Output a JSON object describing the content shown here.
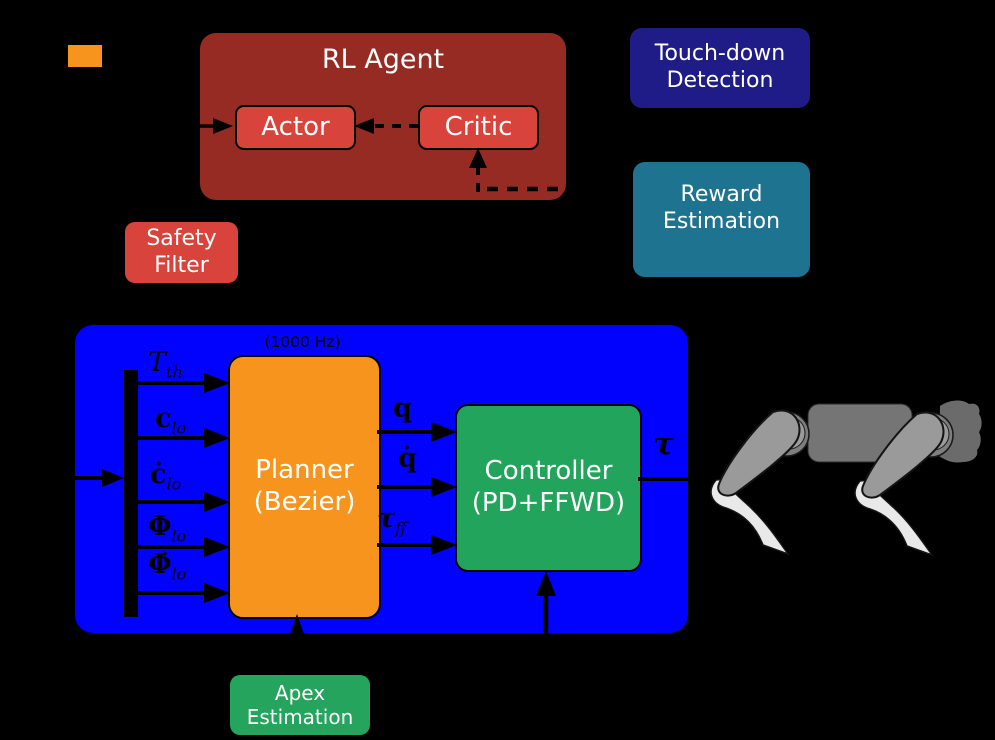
{
  "colors": {
    "background": "#000000",
    "orange": "#F7941E",
    "dark_red": "#962B23",
    "red": "#D8443C",
    "navy": "#201C87",
    "teal": "#1E7390",
    "blue": "#0101FE",
    "green": "#23A45C",
    "line_black": "#000000"
  },
  "rl_agent": {
    "title": "RL Agent",
    "actor_label": "Actor",
    "critic_label": "Critic"
  },
  "side_boxes": {
    "touchdown": {
      "line1": "Touch-down",
      "line2": "Detection"
    },
    "reward": {
      "line1": "Reward",
      "line2": "Estimation"
    },
    "safety": {
      "line1": "Safety",
      "line2": "Filter"
    },
    "apex": {
      "line1": "Apex",
      "line2": "Estimation"
    }
  },
  "pipeline": {
    "rate_label": "(1000 Hz)",
    "planner": {
      "line1": "Planner",
      "line2": "(Bezier)"
    },
    "controller": {
      "line1": "Controller",
      "line2": "(PD+FFWD)"
    },
    "inputs": [
      {
        "main": "T",
        "sub": "th"
      },
      {
        "main": "c",
        "sub": "lo"
      },
      {
        "main": "ċ",
        "sub": "lo"
      },
      {
        "main": "Φ",
        "sub": "lo"
      },
      {
        "main": "Φ̇",
        "sub": "lo"
      }
    ],
    "outputs": [
      {
        "main": "q",
        "sub": ""
      },
      {
        "main": "q̇",
        "sub": ""
      },
      {
        "main": "τ",
        "sub": "ff"
      }
    ],
    "torque_label": "τ"
  }
}
